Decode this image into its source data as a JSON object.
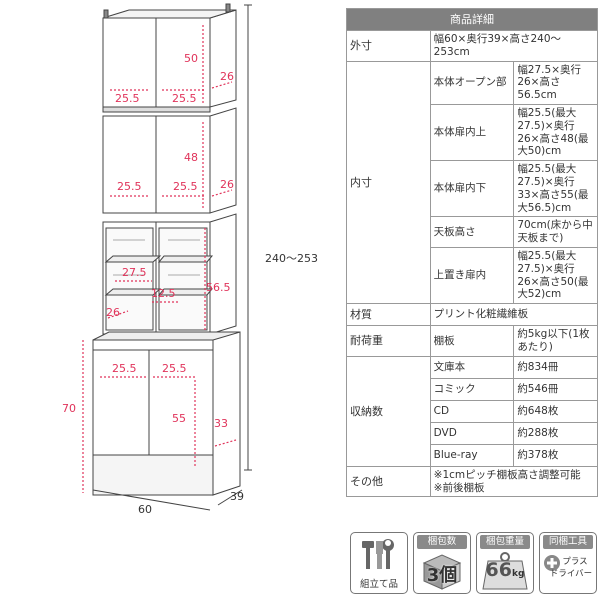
{
  "drawing": {
    "top_cab": {
      "height": "50",
      "depth": "26",
      "w_left": "25.5",
      "w_right": "25.5"
    },
    "mid_cab": {
      "height": "48",
      "depth": "26",
      "w_left": "25.5",
      "w_right": "25.5"
    },
    "open_area": {
      "w_top": "27.5",
      "w_small": "12.5",
      "h": "56.5",
      "depth": "26"
    },
    "lower_cab": {
      "w_left": "25.5",
      "w_right": "25.5",
      "h_total": "70",
      "h_inner": "55",
      "depth": "33"
    },
    "overall": {
      "height": "240～253",
      "width": "60",
      "depth": "39"
    }
  },
  "spec": {
    "title": "商品詳細",
    "outer": {
      "label": "外寸",
      "value": "幅60×奥行39×高さ240～253cm"
    },
    "inner": {
      "label": "内寸",
      "rows": [
        {
          "name": "本体オープン部",
          "value": "幅27.5×奥行26×高さ56.5cm"
        },
        {
          "name": "本体扉内上",
          "value": "幅25.5(最大27.5)×奥行26×高さ48(最大50)cm"
        },
        {
          "name": "本体扉内下",
          "value": "幅25.5(最大27.5)×奥行33×高さ55(最大56.5)cm"
        },
        {
          "name": "天板高さ",
          "value": "70cm(床から中天板まで)"
        },
        {
          "name": "上置き扉内",
          "value": "幅25.5(最大27.5)×奥行26×高さ50(最大52)cm"
        }
      ]
    },
    "material": {
      "label": "材質",
      "value": "プリント化粧繊維板"
    },
    "load": {
      "label": "耐荷重",
      "name": "棚板",
      "value": "約5kg以下(1枚あたり)"
    },
    "storage": {
      "label": "収納数",
      "rows": [
        {
          "name": "文庫本",
          "value": "約834冊"
        },
        {
          "name": "コミック",
          "value": "約546冊"
        },
        {
          "name": "CD",
          "value": "約648枚"
        },
        {
          "name": "DVD",
          "value": "約288枚"
        },
        {
          "name": "Blue-ray",
          "value": "約378枚"
        }
      ]
    },
    "other": {
      "label": "その他",
      "lines": [
        "※1cmピッチ棚板高さ調整可能",
        "※前後棚板"
      ]
    }
  },
  "icons": {
    "assembly": {
      "label": "組立て品"
    },
    "packages": {
      "title": "梱包数",
      "value": "3個"
    },
    "weight": {
      "title": "梱包重量",
      "value": "66",
      "unit": "kg"
    },
    "tools": {
      "title": "同梱工具",
      "line1": "プラス",
      "line2": "ドライバー"
    }
  }
}
